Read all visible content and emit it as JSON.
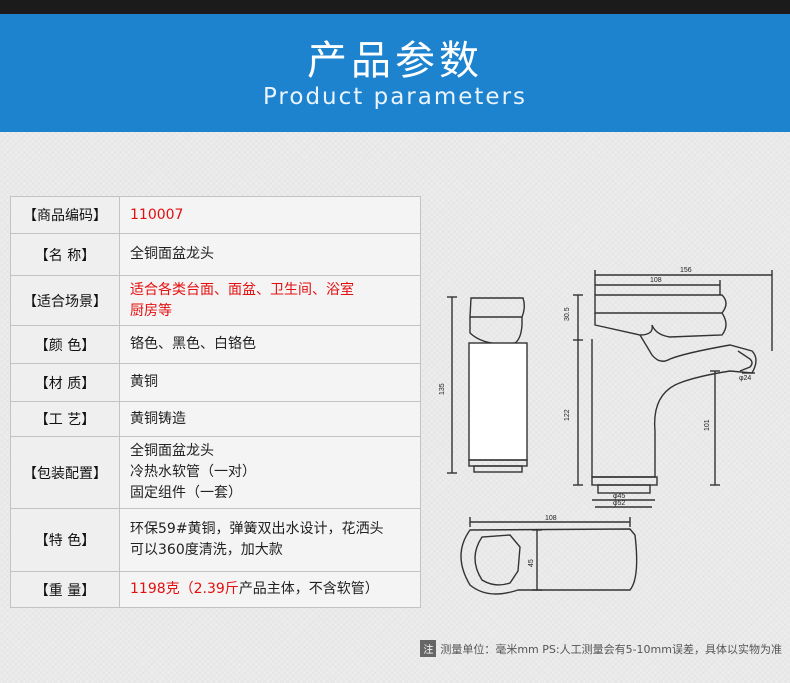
{
  "header": {
    "title": "产品参数",
    "subtitle": "Product parameters"
  },
  "params": [
    {
      "label": "【商品编码】",
      "lines": [
        "110007"
      ],
      "red": true
    },
    {
      "label": "【名 称】",
      "lines": [
        "全铜面盆龙头"
      ],
      "red": false
    },
    {
      "label": "【适合场景】",
      "lines": [
        "适合各类台面、面盆、卫生间、浴室",
        "厨房等"
      ],
      "red": true
    },
    {
      "label": "【颜 色】",
      "lines": [
        "铬色、黑色、白铬色"
      ],
      "red": false
    },
    {
      "label": "【材 质】",
      "lines": [
        "黄铜"
      ],
      "red": false
    },
    {
      "label": "【工 艺】",
      "lines": [
        "黄铜铸造"
      ],
      "red": false
    },
    {
      "label": "【包装配置】",
      "lines": [
        "全铜面盆龙头",
        "冷热水软管（一对）",
        "固定组件（一套）"
      ],
      "red": false
    },
    {
      "label": "【特 色】",
      "lines": [
        "环保59#黄铜，弹簧双出水设计，花洒头",
        "可以360度清洗，加大款"
      ],
      "red": false
    },
    {
      "label": "【重 量】",
      "lines": [
        "1198克（2.39斤产品主体，不含软管）"
      ],
      "red": false,
      "partial_red": "1198克（2.39斤"
    }
  ],
  "dimensions": {
    "top_width": "156",
    "spout_length": "108",
    "top_height": "30.5",
    "side_height": "135",
    "body_height": "122",
    "outlet_height": "101",
    "outlet_dia": "φ24",
    "base_dia_inner": "φ45",
    "base_dia_outer": "φ52",
    "plan_length": "108",
    "plan_width": "45"
  },
  "note": {
    "badge": "注",
    "text": "测量单位：毫米mm  PS:人工测量会有5-10mm误差，具体以实物为准"
  },
  "colors": {
    "banner": "#1e83cf",
    "accent_red": "#e30f0f",
    "topbar": "#1b1b1b"
  }
}
